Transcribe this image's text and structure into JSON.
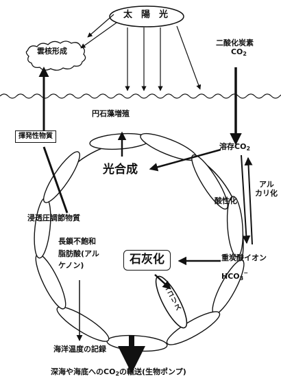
{
  "diagram": {
    "sun": {
      "label": "太　陽　光"
    },
    "cloud": {
      "label": "雲核形成"
    },
    "co2_air": {
      "line1": "二酸化炭素",
      "line2_main": "CO",
      "line2_sub": "2"
    },
    "volatile": {
      "label": "揮発性物質"
    },
    "bloom": {
      "label": "円石藻増殖"
    },
    "dissolved": {
      "main": "溶存CO",
      "sub": "2"
    },
    "photosynthesis": {
      "label": "光合成"
    },
    "acidification": {
      "label": "酸性化"
    },
    "alkalization": {
      "line1": "アル",
      "line2": "カリ化"
    },
    "osmo": {
      "label": "浸透圧調節物質"
    },
    "lipid": {
      "line1": "長鎖不飽和",
      "line2": "脂肪酸(アル",
      "line3": "ケノン)"
    },
    "calcification": {
      "label": "石灰化"
    },
    "bicarbonate": {
      "line1": "重炭酸イオン",
      "line2_main": "HCO",
      "line2_sub": "3",
      "line2_sup": "−"
    },
    "coccolith": {
      "label": "ココリス"
    },
    "sst": {
      "label": "海洋温度の記録"
    },
    "transport": {
      "pre": "深海や海底へのCO",
      "sub": "2",
      "post": "の輸送(生物ポンプ)"
    }
  }
}
